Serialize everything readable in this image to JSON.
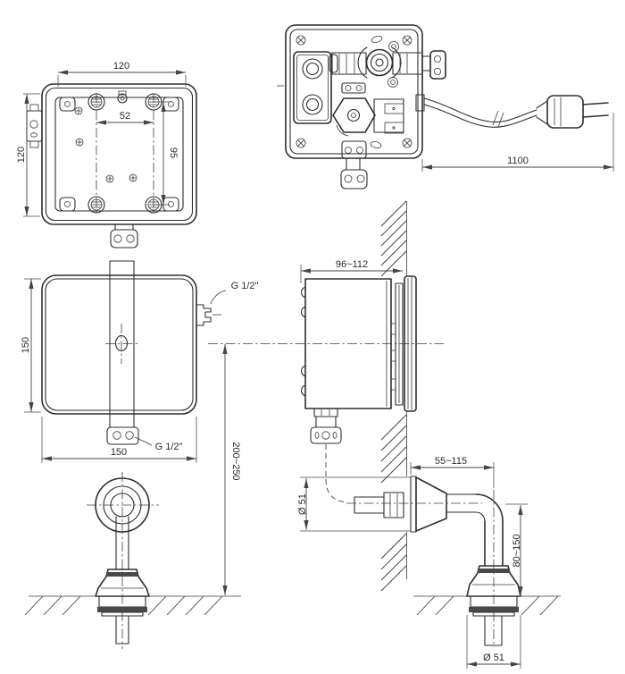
{
  "document": {
    "type": "technical installation drawing",
    "background": "#ffffff"
  },
  "colors": {
    "line": "#2e2e2e",
    "dimension": "#454545",
    "gasket_band": "#494949"
  },
  "views": {
    "back_plate": {
      "dims": {
        "top_width": "120",
        "left_height": "120",
        "hole_span_h": "52",
        "hole_span_v": "95"
      }
    },
    "valve_unit": {
      "dims": {
        "cable_length": "1100"
      }
    },
    "front_cover": {
      "dims": {
        "left_height": "150",
        "bottom_width": "150",
        "inlet_thread": "G 1/2\"",
        "outlet_thread": "G 1/2\"",
        "install_height": "200~250"
      }
    },
    "side_mounted": {
      "dims": {
        "recess_depth": "96~112"
      }
    },
    "spout_side": {
      "dims": {
        "wall_reach": "55~115",
        "flange_diameter": "Ø 51",
        "outlet_height": "80~150",
        "base_diameter": "Ø 51"
      }
    }
  }
}
